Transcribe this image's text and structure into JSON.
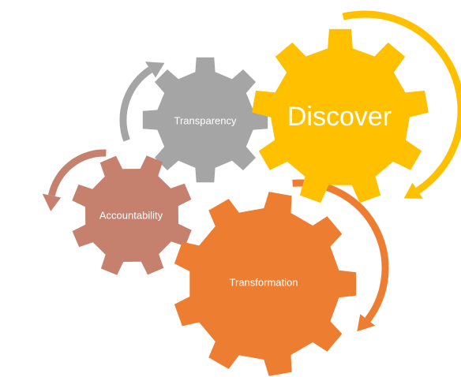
{
  "gears": [
    {
      "id": "transparency",
      "label": "Transparency",
      "color": "#A5A5A5"
    },
    {
      "id": "discover",
      "label": "Discover",
      "color": "#FFC000"
    },
    {
      "id": "accountability",
      "label": "Accountability",
      "color": "#C5806E"
    },
    {
      "id": "transformation",
      "label": "Transformation",
      "color": "#ED7D31"
    }
  ],
  "arrows": [
    {
      "id": "discover-arrow",
      "color": "#FFC000"
    },
    {
      "id": "transformation-arrow",
      "color": "#ED7D31"
    },
    {
      "id": "transparency-arrow",
      "color": "#A5A5A5"
    },
    {
      "id": "accountability-arrow",
      "color": "#C5806E"
    }
  ]
}
